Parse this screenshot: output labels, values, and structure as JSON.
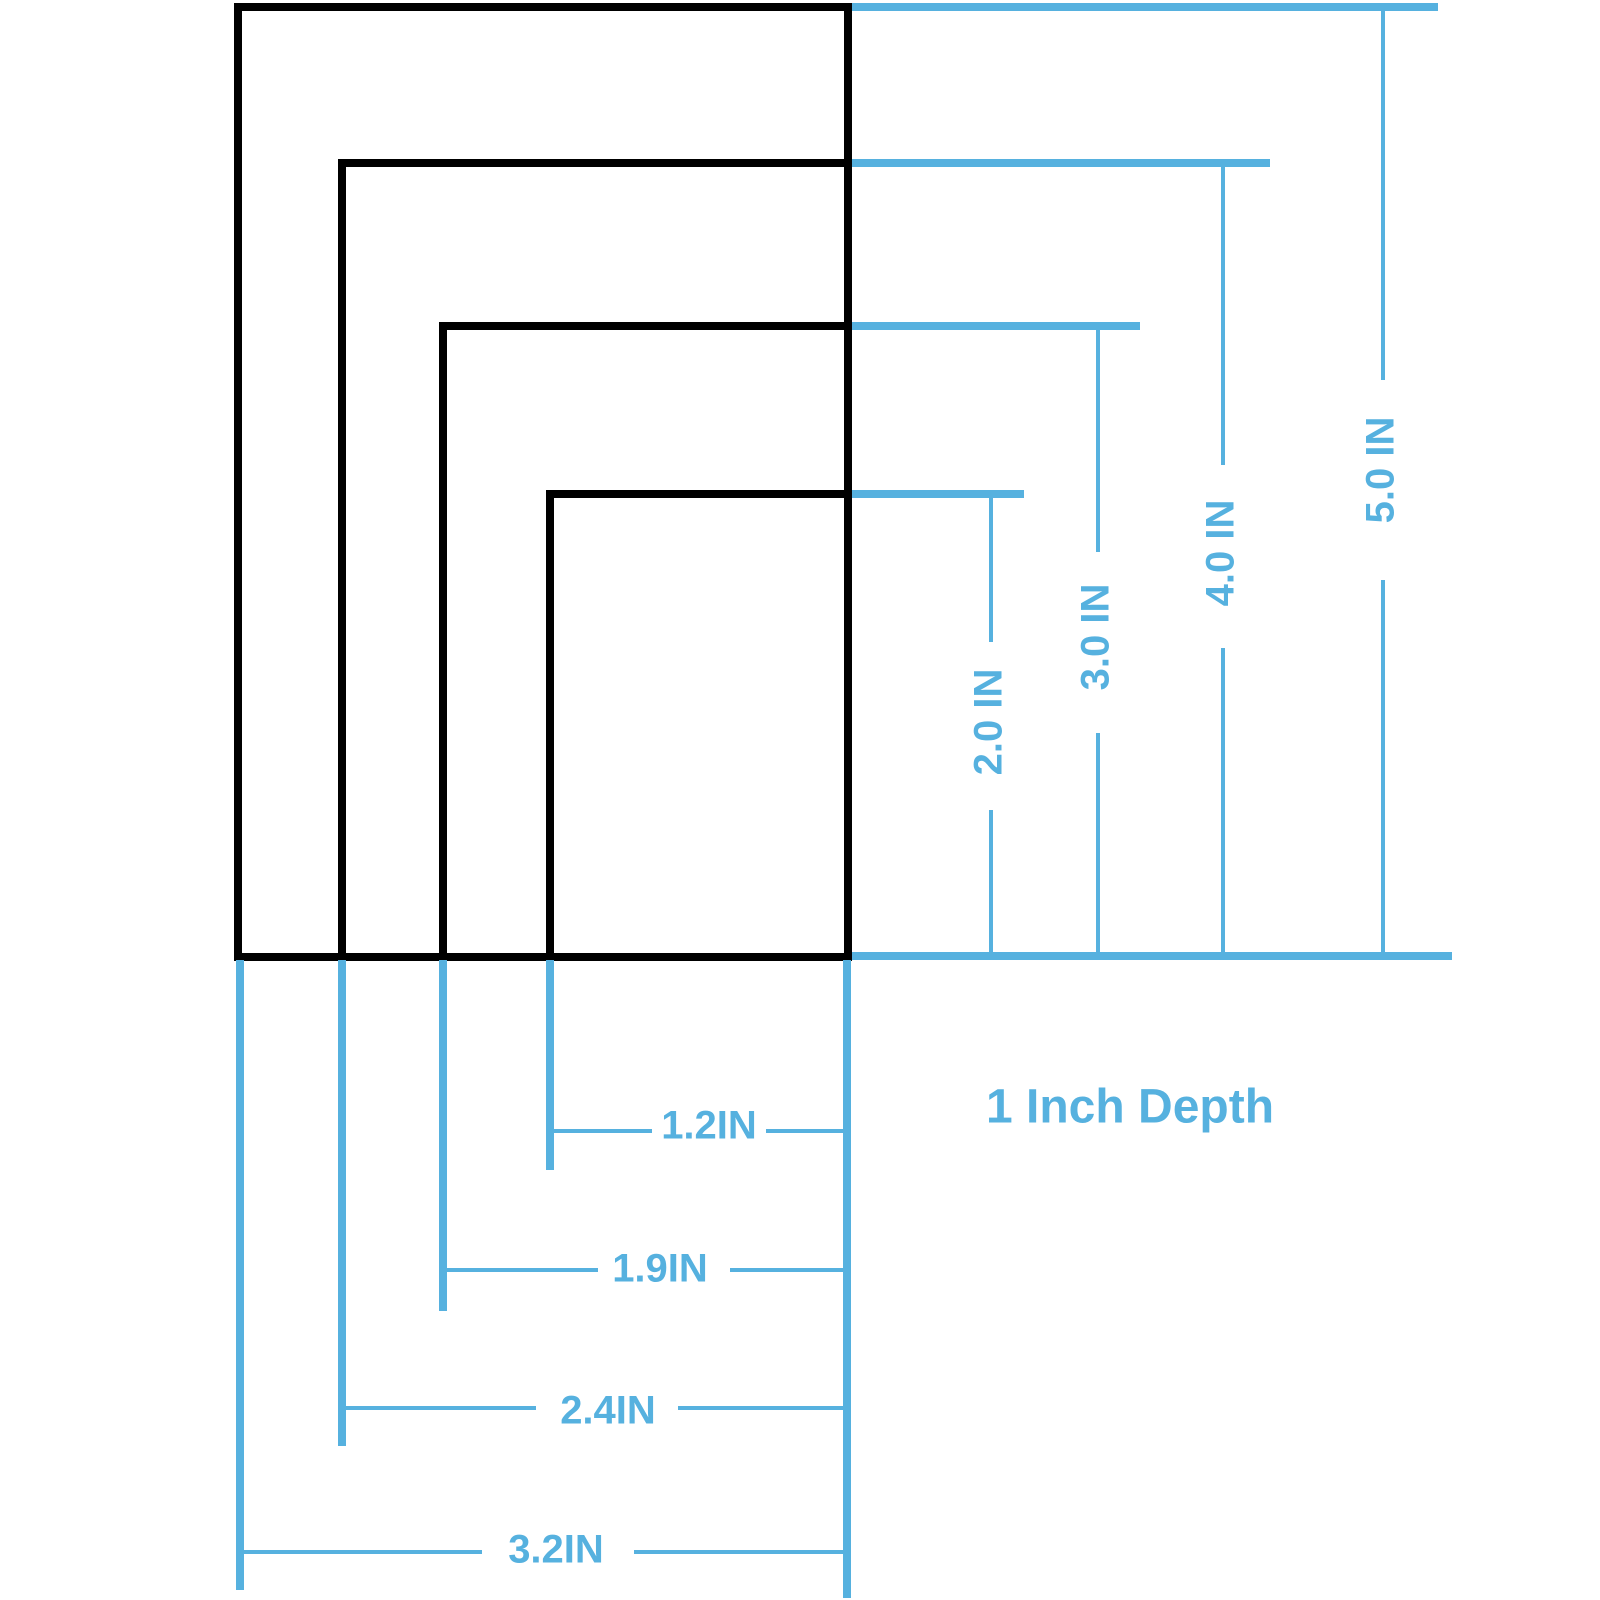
{
  "colors": {
    "outline": "#000000",
    "dimension": "#56B1DF",
    "background": "#FFFFFF"
  },
  "depth_label": "1 Inch Depth",
  "boxes": [
    {
      "name": "largest",
      "width_label": "3.2IN",
      "height_label": "5.0 IN"
    },
    {
      "name": "large",
      "width_label": "2.4IN",
      "height_label": "4.0 IN"
    },
    {
      "name": "medium",
      "width_label": "1.9IN",
      "height_label": "3.0 IN"
    },
    {
      "name": "smallest",
      "width_label": "1.2IN",
      "height_label": "2.0 IN"
    }
  ]
}
